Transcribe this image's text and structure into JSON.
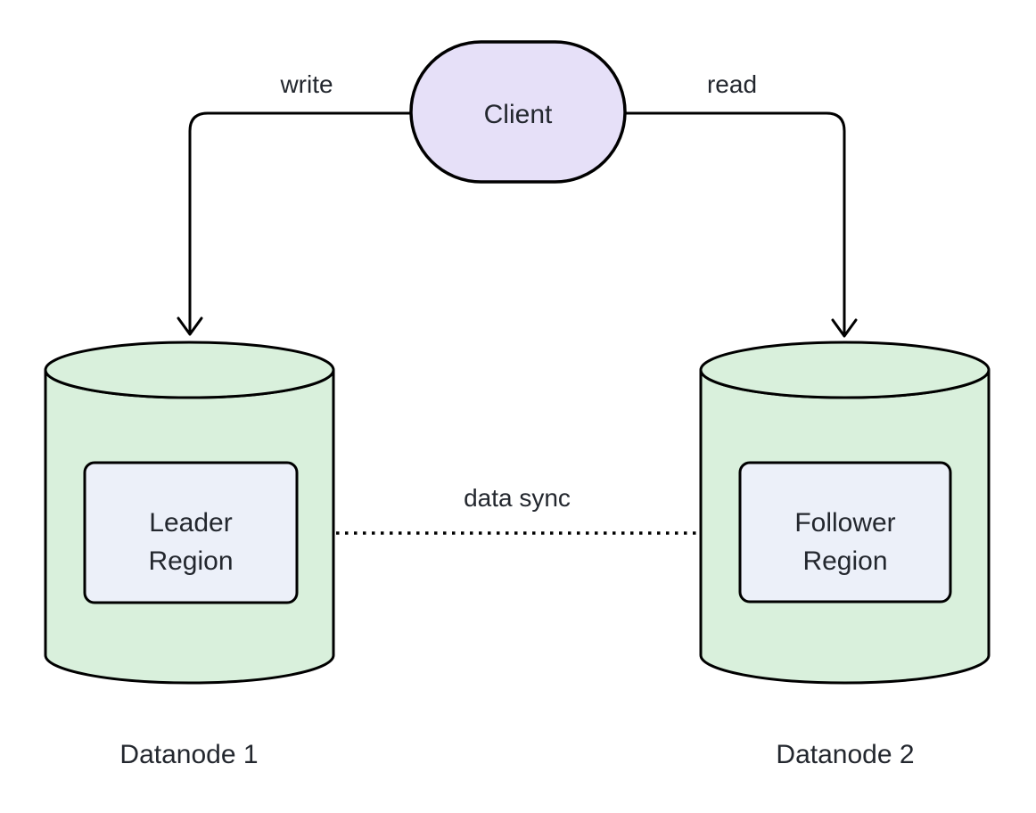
{
  "nodes": {
    "client": {
      "label": "Client"
    },
    "leader_region": {
      "line1": "Leader",
      "line2": "Region"
    },
    "follower_region": {
      "line1": "Follower",
      "line2": "Region"
    },
    "datanode1": {
      "caption": "Datanode 1"
    },
    "datanode2": {
      "caption": "Datanode 2"
    }
  },
  "edges": {
    "write": {
      "label": "write",
      "from": "Client",
      "to": "Datanode 1",
      "style": "solid-arrow"
    },
    "read": {
      "label": "read",
      "from": "Client",
      "to": "Datanode 2",
      "style": "solid-arrow"
    },
    "data_sync": {
      "label": "data sync",
      "from": "Leader Region",
      "to": "Follower Region",
      "style": "dotted-arrow"
    }
  },
  "colors": {
    "background": "#ffffff",
    "client_fill": "#e6e0f8",
    "cylinder_fill": "#d9f0dc",
    "region_fill": "#ecf0f9",
    "stroke": "#000000",
    "text": "#23272e"
  }
}
